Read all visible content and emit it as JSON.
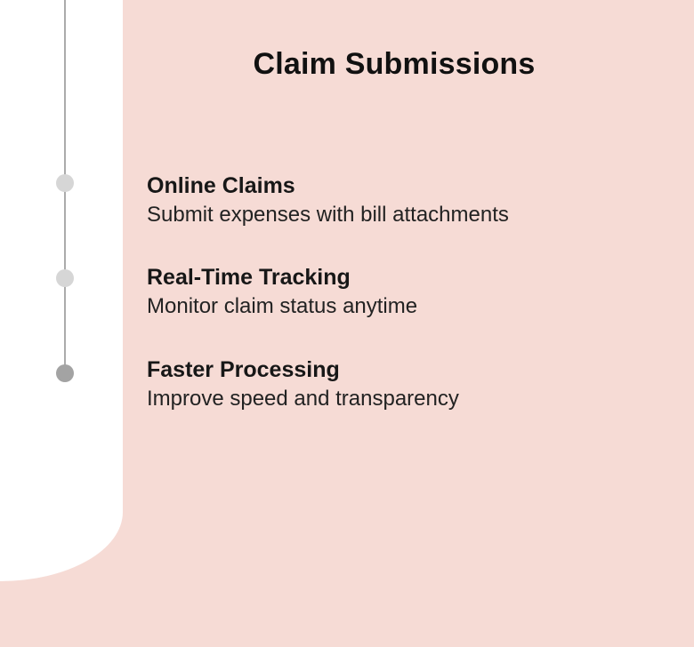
{
  "page": {
    "background_color": "#f6dbd5",
    "panel_color": "#ffffff",
    "line_color": "#ababab"
  },
  "title": "Claim Submissions",
  "timeline": {
    "items": [
      {
        "heading": "Online Claims",
        "description": "Submit expenses with bill attachments",
        "dot_color": "#d6d6d6"
      },
      {
        "heading": "Real-Time Tracking",
        "description": "Monitor claim status anytime",
        "dot_color": "#d6d6d6"
      },
      {
        "heading": "Faster Processing",
        "description": "Improve speed and transparency",
        "dot_color": "#a3a3a3"
      }
    ]
  }
}
